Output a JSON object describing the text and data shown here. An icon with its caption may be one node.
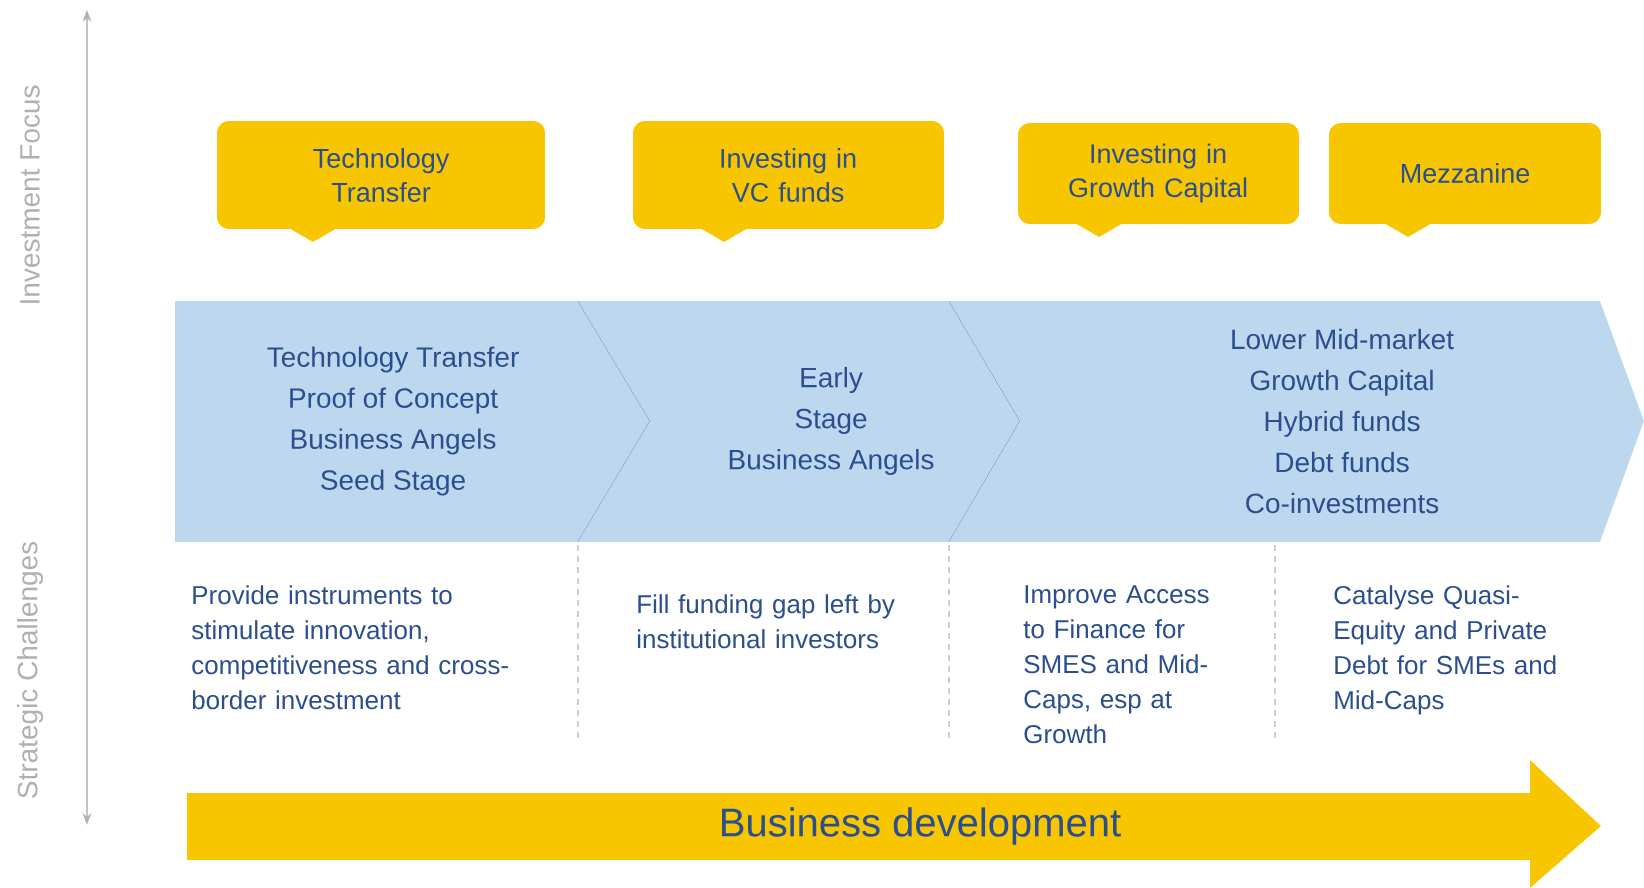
{
  "diagram": {
    "nodes": [
      {
        "text": [
          "Technology Transfer"
        ]
      },
      {
        "text": [
          "Investing in VC funds"
        ]
      },
      {
        "text": [
          "Investing in Growth Capital"
        ]
      },
      {
        "text": [
          "Mezzanine"
        ]
      },
      {
        "text": [
          "Technology Transfer",
          "Proof of Concept",
          "Business Angels",
          "Seed Stage"
        ]
      },
      {
        "text": [
          "Early",
          "Stage",
          "Business Angels"
        ]
      },
      {
        "text": [
          "Lower Mid-market",
          "Growth Capital",
          "Hybrid funds",
          "Debt funds",
          "Co-investments"
        ]
      },
      {
        "text": [
          "Business development"
        ]
      }
    ],
    "labels": [
      "Investment Focus",
      "Strategic Challenges",
      "Provide instruments to stimulate innovation, competitiveness and cross-border investment",
      "Fill funding gap left by institutional investors",
      "Improve Access to Finance for SMES and Mid-Caps, esp at Growth",
      "Catalyse Quasi-Equity and Private Debt for SMEs and Mid-Caps"
    ]
  }
}
